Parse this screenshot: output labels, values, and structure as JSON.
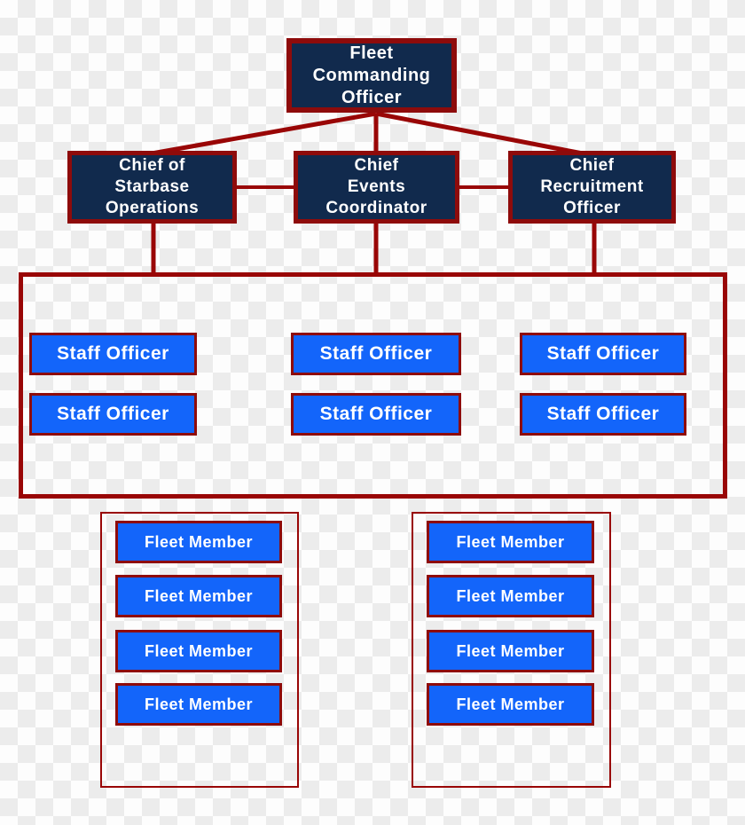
{
  "colors": {
    "connector_red": "#990606",
    "box_border_red": "#8e0b0b",
    "navy_fill": "#112a4d",
    "blue_fill": "#1365fa",
    "label_text": "#ffffff",
    "checker_light": "#fdfdfd",
    "checker_dark": "#ececec"
  },
  "org_chart": {
    "root": {
      "label": "Fleet\nCommanding\nOfficer"
    },
    "level2": [
      {
        "label": "Chief of\nStarbase\nOperations"
      },
      {
        "label": "Chief\nEvents\nCoordinator"
      },
      {
        "label": "Chief\nRecruitment\nOfficer"
      }
    ],
    "staff_officers": [
      {
        "label": "Staff Officer"
      },
      {
        "label": "Staff Officer"
      },
      {
        "label": "Staff Officer"
      },
      {
        "label": "Staff Officer"
      },
      {
        "label": "Staff Officer"
      },
      {
        "label": "Staff Officer"
      }
    ],
    "fleet_member_groups": [
      {
        "members": [
          {
            "label": "Fleet Member"
          },
          {
            "label": "Fleet Member"
          },
          {
            "label": "Fleet Member"
          },
          {
            "label": "Fleet Member"
          }
        ]
      },
      {
        "members": [
          {
            "label": "Fleet Member"
          },
          {
            "label": "Fleet Member"
          },
          {
            "label": "Fleet Member"
          },
          {
            "label": "Fleet Member"
          }
        ]
      }
    ]
  }
}
